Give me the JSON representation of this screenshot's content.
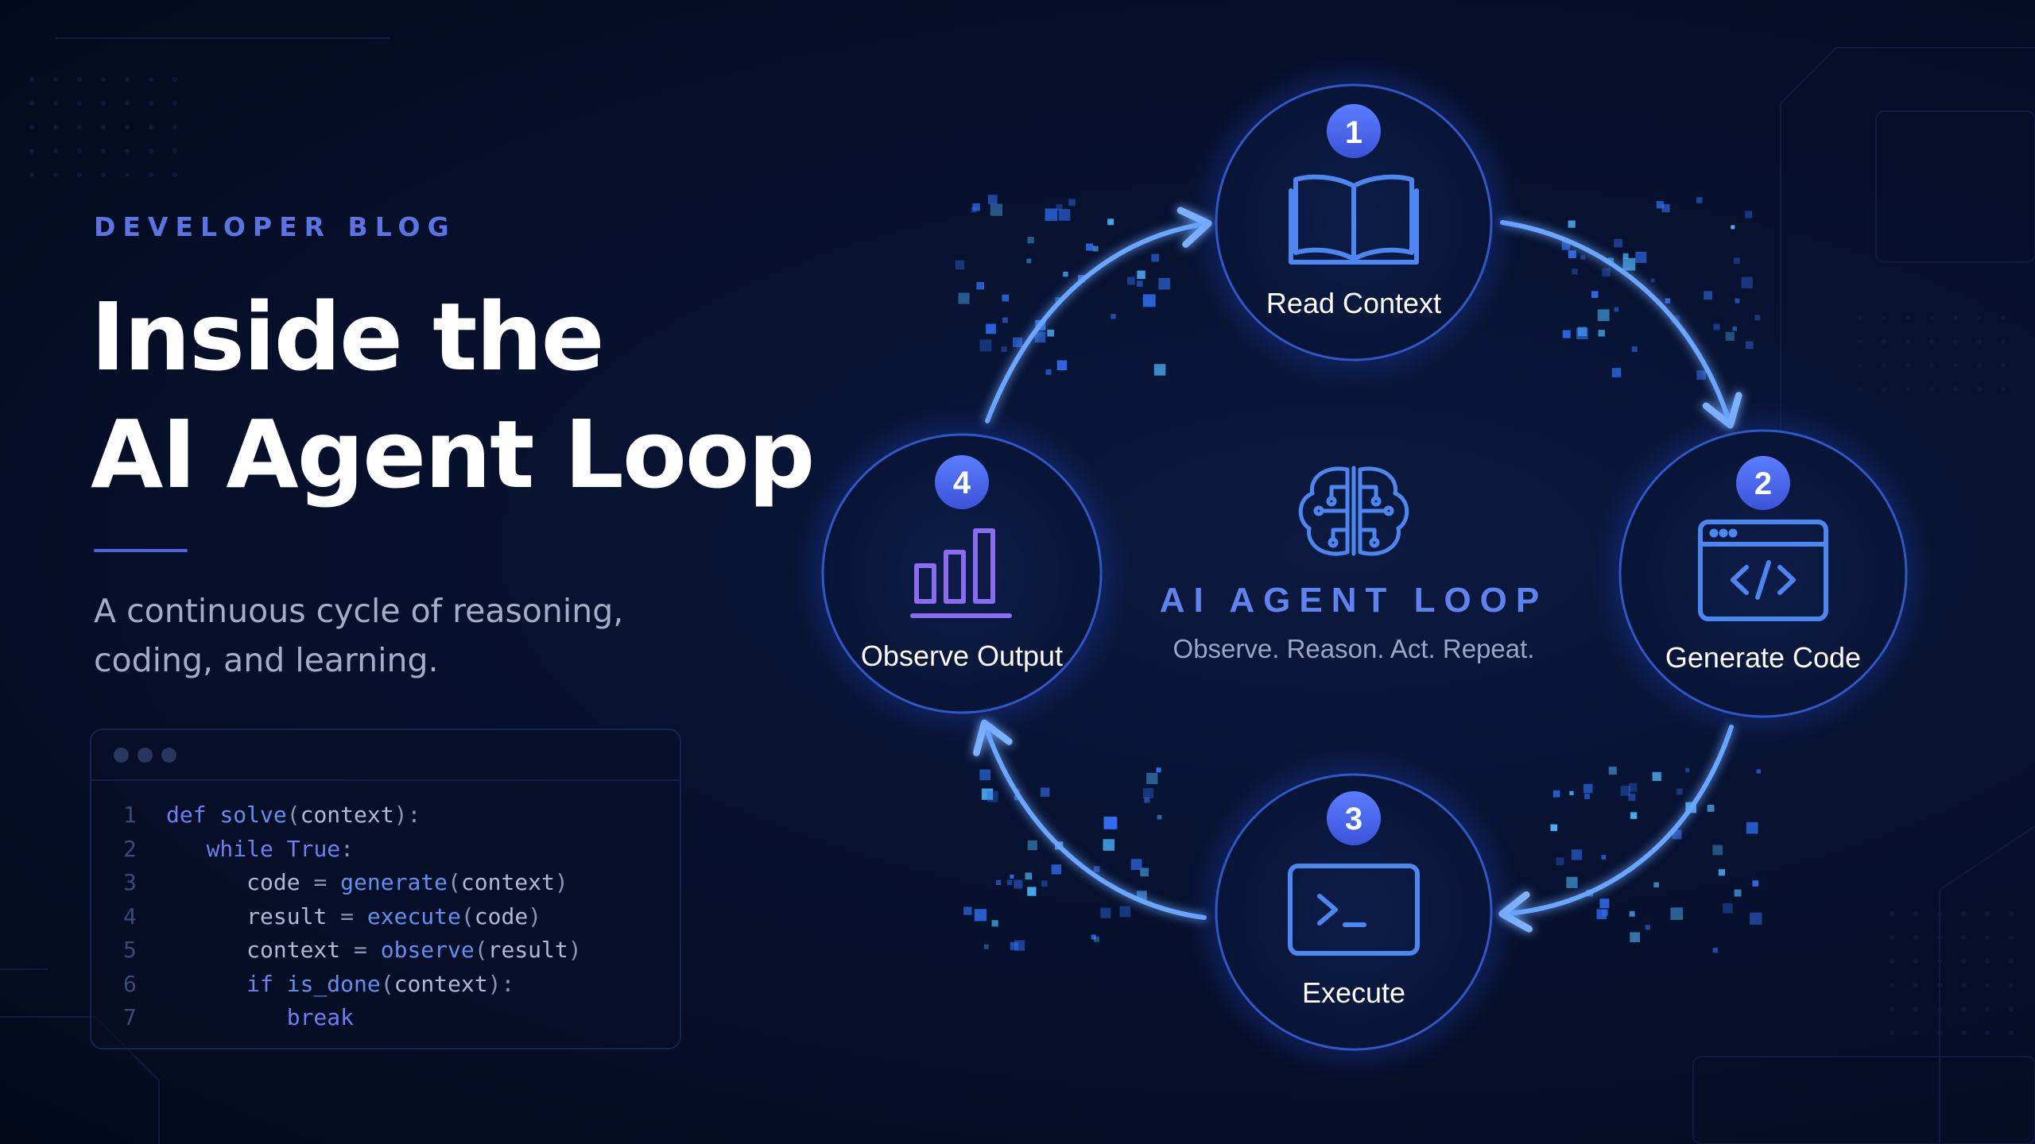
{
  "header": {
    "eyebrow": "DEVELOPER BLOG",
    "title_line1": "Inside the",
    "title_line2": "AI Agent Loop",
    "subtitle": "A continuous cycle of reasoning, coding, and learning."
  },
  "code": {
    "lines": [
      {
        "num": "1",
        "tokens": [
          {
            "t": "def ",
            "c": "kw"
          },
          {
            "t": "solve",
            "c": "fn"
          },
          {
            "t": "(",
            "c": "op"
          },
          {
            "t": "context",
            "c": "pl"
          },
          {
            "t": "):",
            "c": "op"
          }
        ]
      },
      {
        "num": "2",
        "tokens": [
          {
            "t": "   ",
            "c": "pl"
          },
          {
            "t": "while ",
            "c": "kw"
          },
          {
            "t": "True",
            "c": "kw"
          },
          {
            "t": ":",
            "c": "op"
          }
        ]
      },
      {
        "num": "3",
        "tokens": [
          {
            "t": "      code ",
            "c": "pl"
          },
          {
            "t": "= ",
            "c": "op"
          },
          {
            "t": "generate",
            "c": "fn"
          },
          {
            "t": "(",
            "c": "op"
          },
          {
            "t": "context",
            "c": "pl"
          },
          {
            "t": ")",
            "c": "op"
          }
        ]
      },
      {
        "num": "4",
        "tokens": [
          {
            "t": "      result ",
            "c": "pl"
          },
          {
            "t": "= ",
            "c": "op"
          },
          {
            "t": "execute",
            "c": "fn"
          },
          {
            "t": "(",
            "c": "op"
          },
          {
            "t": "code",
            "c": "pl"
          },
          {
            "t": ")",
            "c": "op"
          }
        ]
      },
      {
        "num": "5",
        "tokens": [
          {
            "t": "      context ",
            "c": "pl"
          },
          {
            "t": "= ",
            "c": "op"
          },
          {
            "t": "observe",
            "c": "fn"
          },
          {
            "t": "(",
            "c": "op"
          },
          {
            "t": "result",
            "c": "pl"
          },
          {
            "t": ")",
            "c": "op"
          }
        ]
      },
      {
        "num": "6",
        "tokens": [
          {
            "t": "      ",
            "c": "pl"
          },
          {
            "t": "if ",
            "c": "kw"
          },
          {
            "t": "is_done",
            "c": "fn"
          },
          {
            "t": "(",
            "c": "op"
          },
          {
            "t": "context",
            "c": "pl"
          },
          {
            "t": "):",
            "c": "op"
          }
        ]
      },
      {
        "num": "7",
        "tokens": [
          {
            "t": "         ",
            "c": "pl"
          },
          {
            "t": "break",
            "c": "kw"
          }
        ]
      }
    ]
  },
  "loop": {
    "center_title": "AI AGENT LOOP",
    "center_subtitle": "Observe. Reason. Act. Repeat.",
    "center_icon": "brain-circuit-icon",
    "steps": [
      {
        "num": "1",
        "label": "Read Context",
        "icon": "open-book-icon"
      },
      {
        "num": "2",
        "label": "Generate Code",
        "icon": "code-window-icon"
      },
      {
        "num": "3",
        "label": "Execute",
        "icon": "terminal-icon"
      },
      {
        "num": "4",
        "label": "Observe Output",
        "icon": "bar-chart-icon"
      }
    ]
  },
  "colors": {
    "accent": "#4f63e6",
    "node_border": "#2f57c8",
    "badge": "#4a6cf0",
    "arrow": "#6aa5ff",
    "particle": "#3d8bff"
  }
}
